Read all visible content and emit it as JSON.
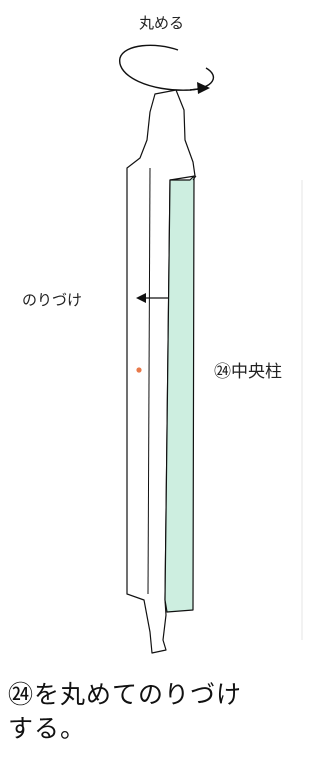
{
  "labels": {
    "roll": "丸める",
    "glue": "のりづけ",
    "part": "㉔中央柱"
  },
  "caption": {
    "line1": "㉔を丸めてのりづけ",
    "line2": "する。"
  },
  "colors": {
    "panel_fill": "#cdeee0",
    "dot": "#e8794a",
    "stroke": "#111111"
  }
}
